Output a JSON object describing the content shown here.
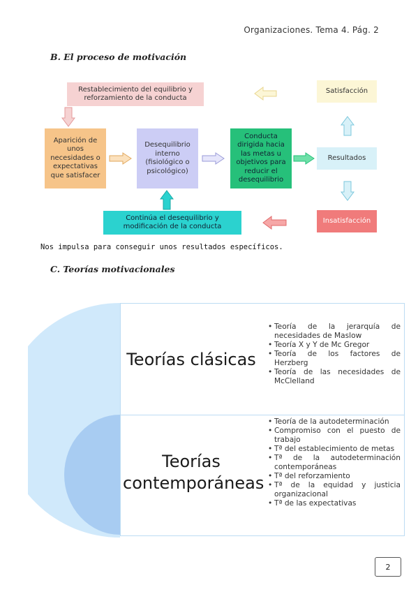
{
  "header": {
    "text": "Organizaciones. Tema 4. Pág. 2"
  },
  "section_b": {
    "title": "B.  El proceso de motivación"
  },
  "diagram": {
    "top_box": "Restablecimiento del equilibrio y reforzamiento de la conducta",
    "aparicion": "Aparición de unos necesidades o expectativas que satisfacer",
    "desequilibrio": "Desequilibrio interno (fisiológico o psicológico)",
    "conducta": "Conducta dirigida hacia las metas u objetivos para reducir el desequilibrio",
    "resultados": "Resultados",
    "satisfaccion": "Satisfacción",
    "insatisfaccion": "Insatisfacción",
    "continua": "Continúa el desequilibrio y modificación de la conducta",
    "colors": {
      "pink": "#f6d2d2",
      "orange": "#f6c489",
      "purple": "#cccdf5",
      "green": "#26c07a",
      "cyan": "#d8f1f8",
      "yellow": "#fcf6d6",
      "red": "#f07b7b",
      "teal": "#2bd2cf"
    }
  },
  "caption": "Nos impulsa para conseguir unos resultados específicos.",
  "section_c": {
    "title": "C.  Teorías motivacionales"
  },
  "theories": {
    "clasicas_title": "Teorías clásicas",
    "clasicas_items": [
      "Teoría de la jerarquía de necesidades de Maslow",
      "Teoría X y Y de Mc Gregor",
      "Teoría de los factores de Herzberg",
      "Teoría de las necesidades de McClelland"
    ],
    "contemporaneas_title": "Teorías contemporáneas",
    "contemporaneas_items": [
      "Teoría de la autodeterminación",
      "Compromiso con el puesto de trabajo",
      "Tª del establecimiento de metas",
      "Tª de la autodeterminación contemporáneas",
      "Tª del reforzamiento",
      "Tª de la equidad y justicia organizacional",
      "Tª de las expectativas"
    ]
  },
  "page_number": "2"
}
